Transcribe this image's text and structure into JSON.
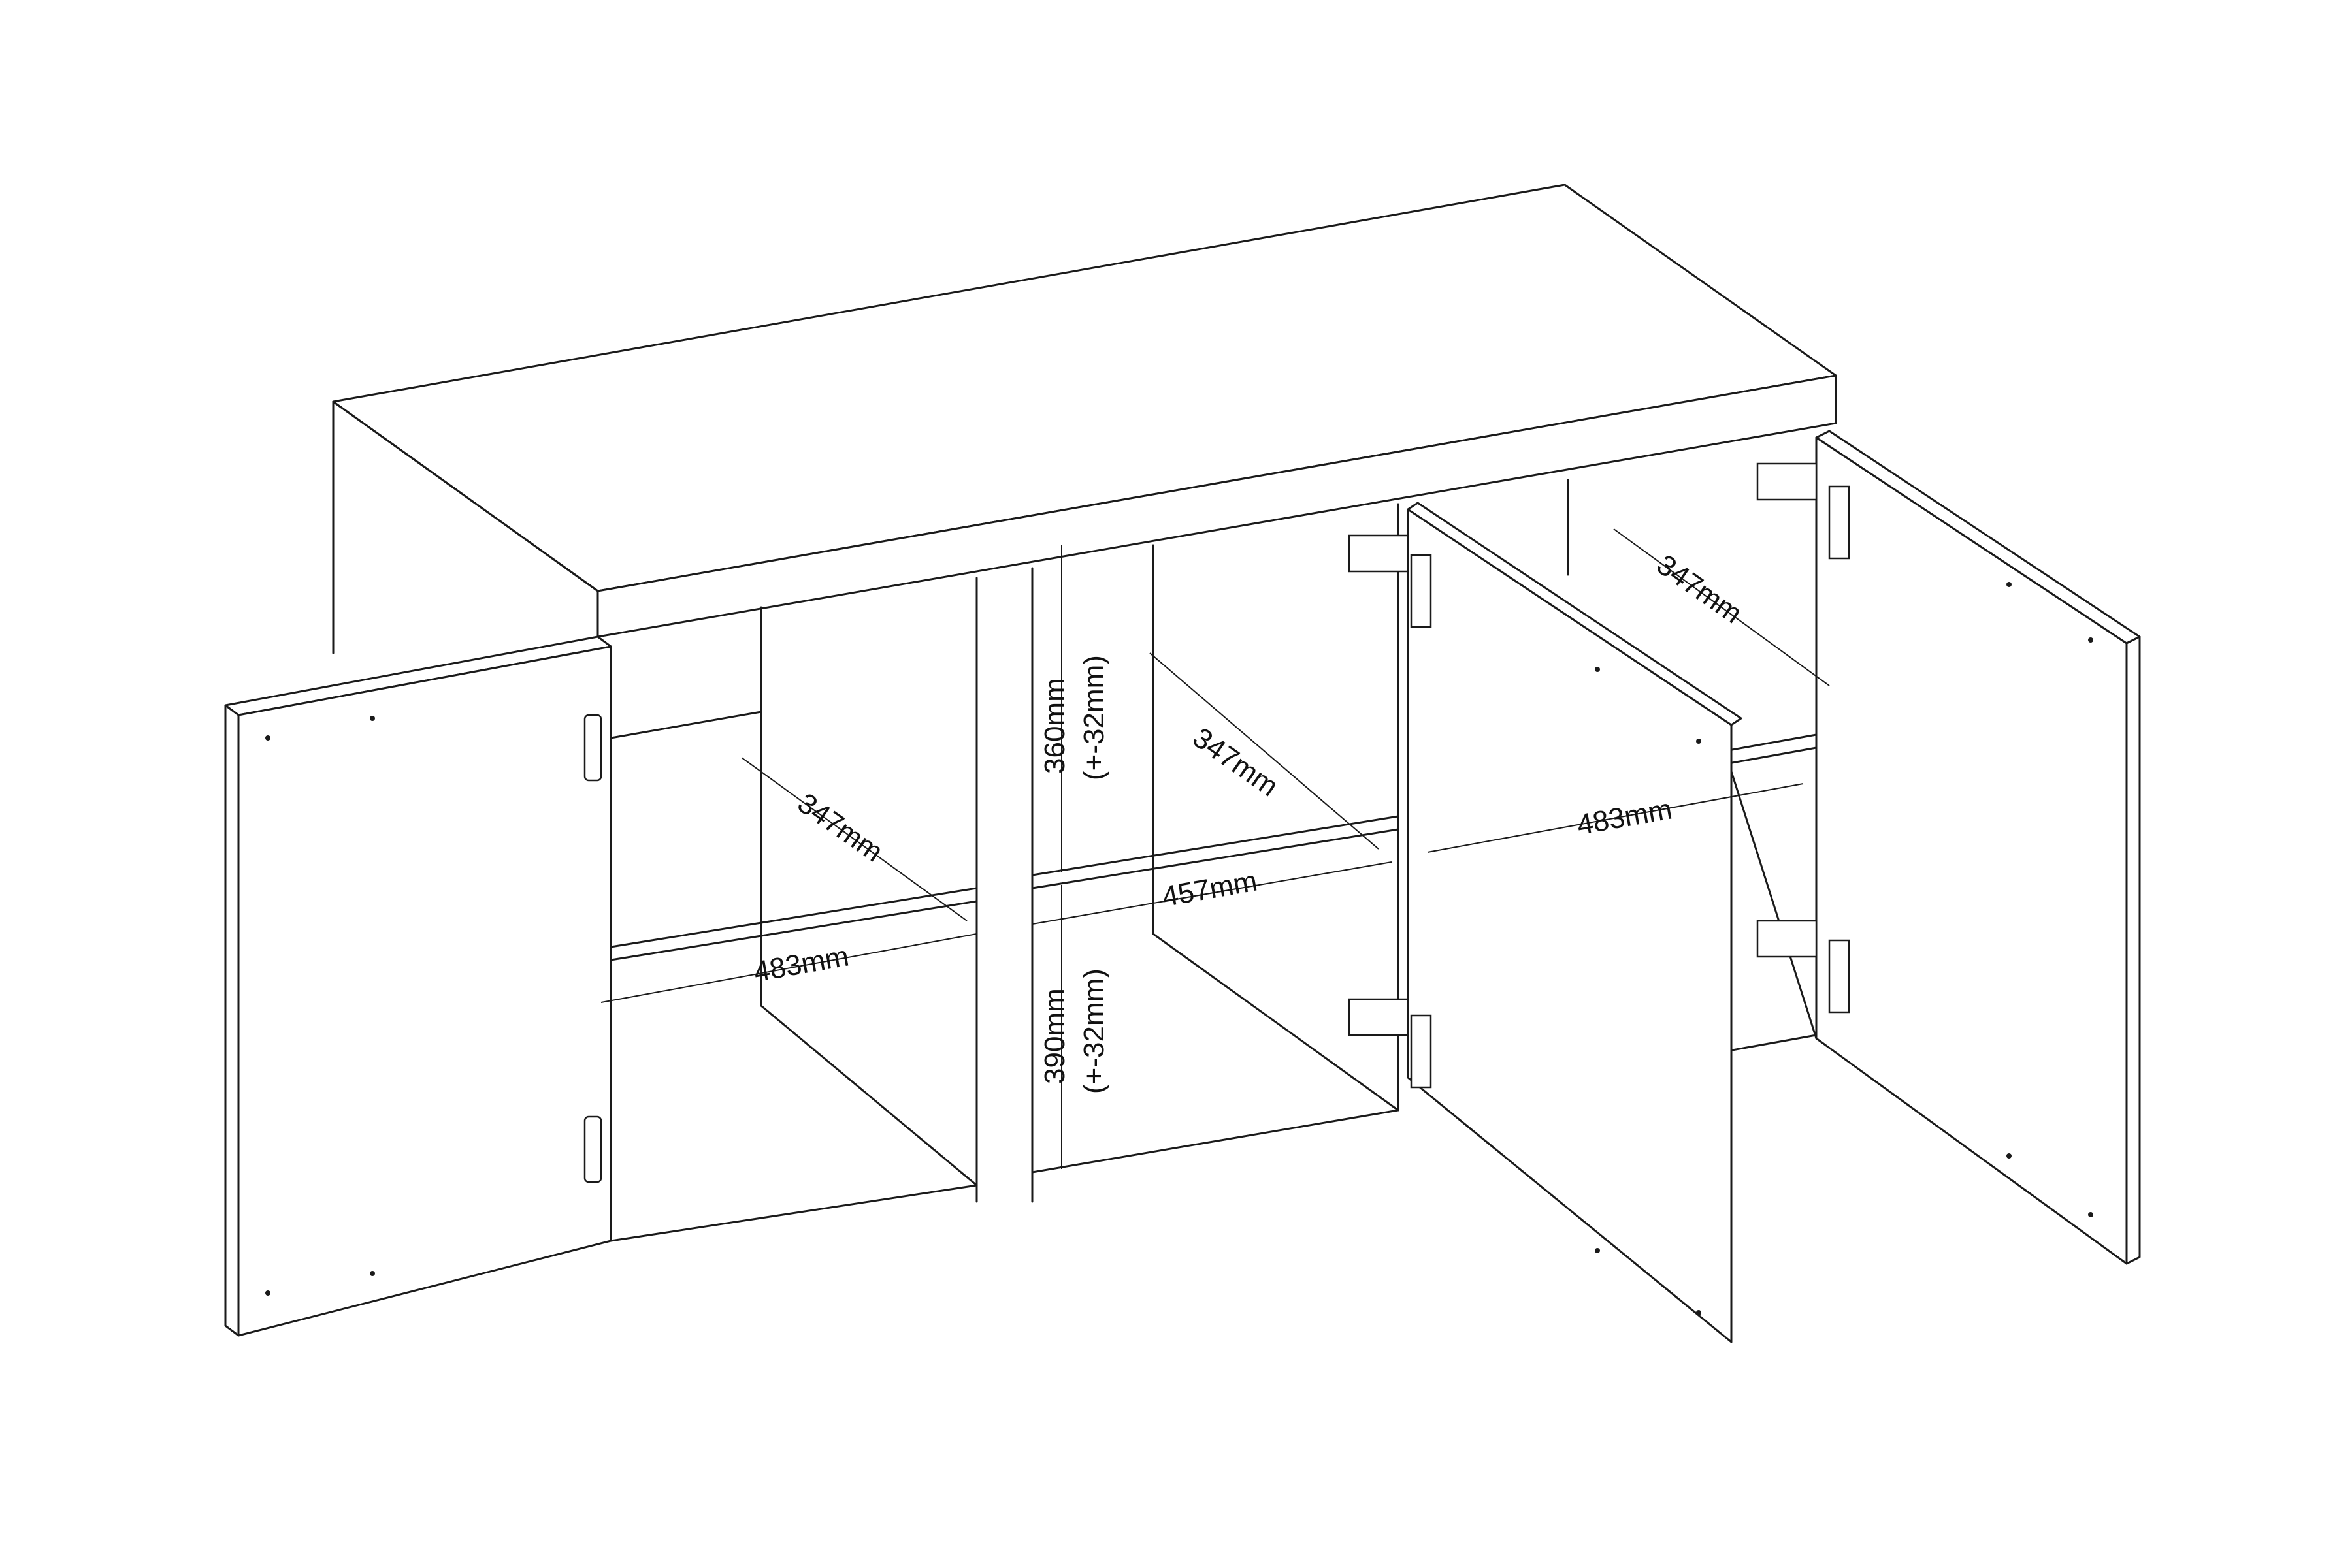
{
  "diagram": {
    "subject": "Three-door sideboard cabinet with open doors, technical assembly illustration",
    "line_color": "#1a1a1a",
    "background": "#ffffff",
    "dimensions": {
      "left_compartment_width": "483mm",
      "left_compartment_depth": "347mm",
      "middle_compartment_width": "457mm",
      "middle_compartment_depth": "347mm",
      "right_compartment_width": "483mm",
      "right_compartment_depth": "347mm",
      "upper_height": "360mm",
      "upper_height_tolerance": "(+-32mm)",
      "lower_height": "390mm",
      "lower_height_tolerance": "(+-32mm)"
    },
    "components": [
      "top-panel",
      "left-door",
      "middle-door",
      "right-door",
      "shelves",
      "hinges"
    ]
  }
}
